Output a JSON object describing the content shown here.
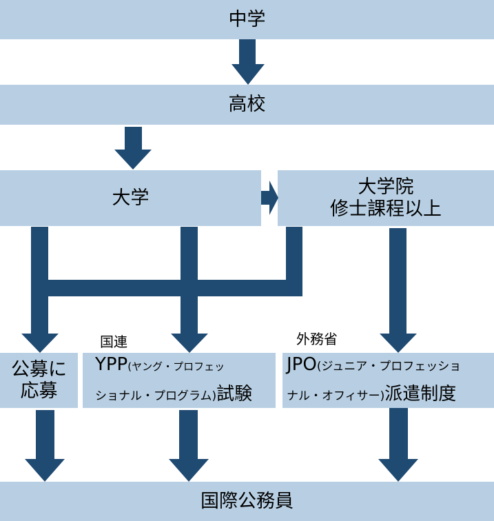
{
  "nodes": {
    "junior_high": "中学",
    "high_school": "高校",
    "university": "大学",
    "grad_school_line1": "大学院",
    "grad_school_line2": "修士課程以上",
    "open_recruitment_line1": "公募に",
    "open_recruitment_line2": "応募",
    "ypp": {
      "abbr": "YPP",
      "paren_line1": "(ヤング・プロフェッ",
      "paren_line2": "ショナル・プログラム)",
      "suffix": "試験"
    },
    "jpo": {
      "abbr": "JPO",
      "paren_line1": "(ジュニア・プロフェッショ",
      "paren_line2": "ナル・オフィサー)",
      "suffix": "派遣制度"
    },
    "international_civil_servant": "国際公務員"
  },
  "labels": {
    "un": "国連",
    "mofa": "外務省"
  },
  "colors": {
    "box_fill": "#b8cfe3",
    "arrow_fill": "#1f4a72"
  }
}
